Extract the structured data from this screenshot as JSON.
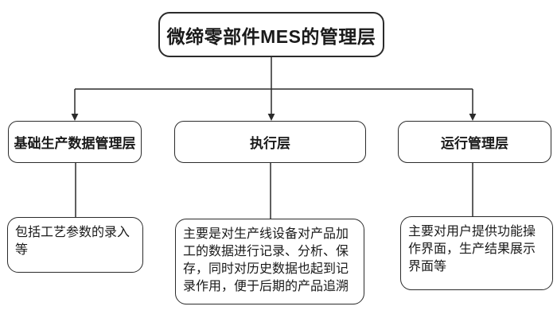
{
  "diagram": {
    "title": "微缔零部件MES的管理层",
    "columns": [
      {
        "label": "基础生产数据管理层",
        "description": "包括工艺参数的录入等"
      },
      {
        "label": "执行层",
        "description": "主要是对生产线设备对产品加工的数据进行记录、分析、保存，同时对历史数据也起到记录作用，便于后期的产品追溯"
      },
      {
        "label": "运行管理层",
        "description": "主要对用户提供功能操作界面，生产结果展示界面等"
      }
    ],
    "colors": {
      "line": "#2b2b2b",
      "border": "#2b2b2b",
      "text": "#1a1a1a",
      "background": "#ffffff"
    }
  }
}
